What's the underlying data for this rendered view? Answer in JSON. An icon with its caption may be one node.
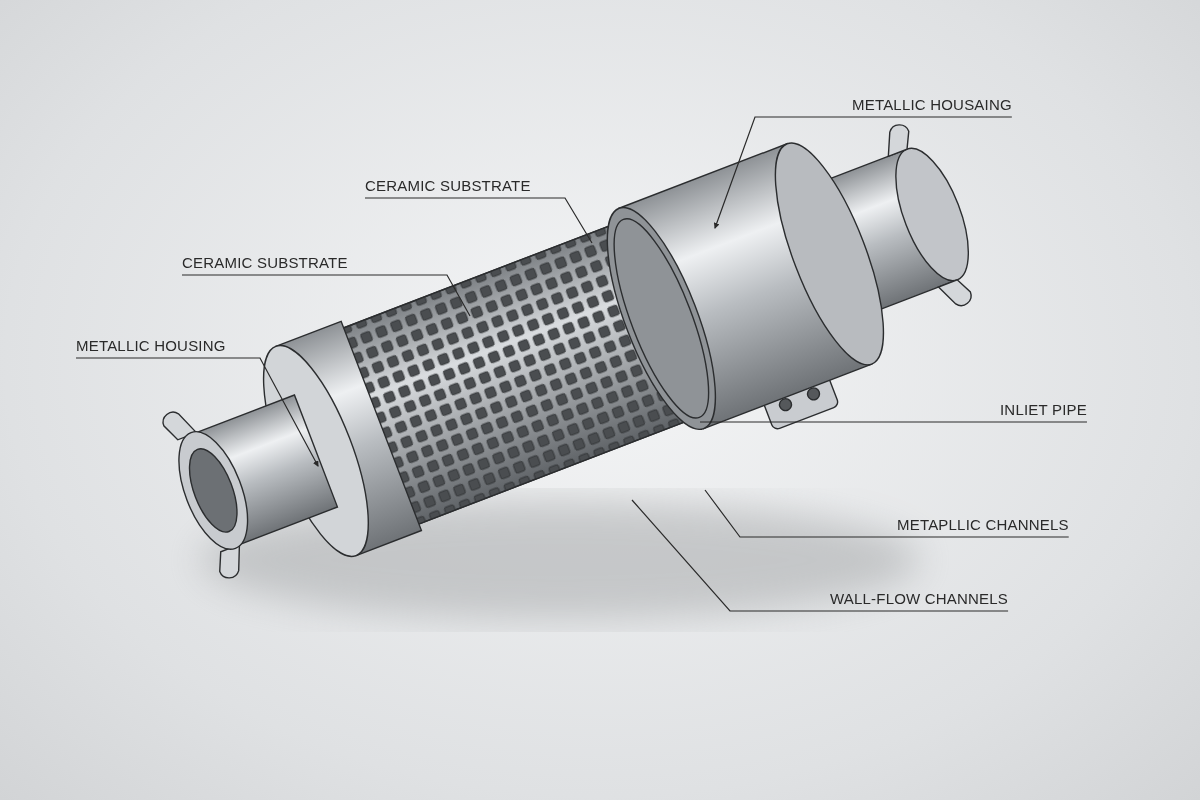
{
  "diagram": {
    "nodes": [
      {
        "text": [
          "METALLIC HOUSAING"
        ]
      },
      {
        "text": [
          "CERAMIC SUBSTRATE"
        ]
      },
      {
        "text": [
          "CERAMIC SUBSTRATE"
        ]
      },
      {
        "text": [
          "METALLIC HOUSING"
        ]
      },
      {
        "text": [
          "INLIET PIPE"
        ]
      },
      {
        "text": [
          "METAPLLIC CHANNELS"
        ]
      },
      {
        "text": [
          "WALL-FLOW CHANNELS"
        ]
      }
    ],
    "edges": [
      {
        "from": 0,
        "to": null,
        "arrow": "to"
      },
      {
        "from": 1,
        "to": null,
        "arrow": "none"
      },
      {
        "from": 2,
        "to": null,
        "arrow": "none"
      },
      {
        "from": 3,
        "to": null,
        "arrow": "to"
      },
      {
        "from": 4,
        "to": null,
        "arrow": "none"
      },
      {
        "from": 5,
        "to": null,
        "arrow": "none"
      },
      {
        "from": 6,
        "to": null,
        "arrow": "none"
      }
    ]
  }
}
